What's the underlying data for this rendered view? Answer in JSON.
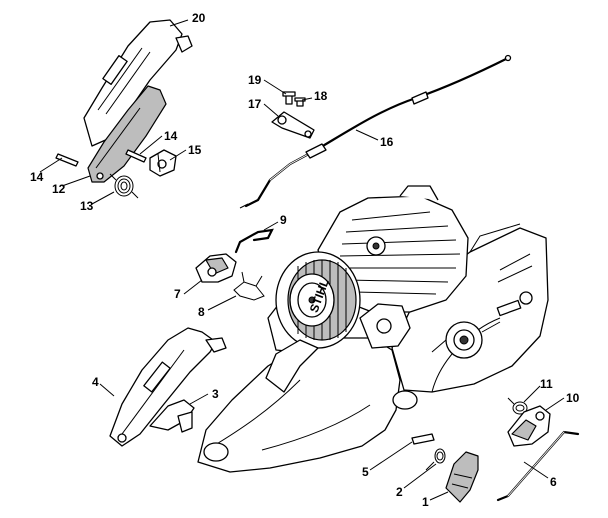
{
  "callouts": [
    {
      "id": "1",
      "label": "1"
    },
    {
      "id": "2",
      "label": "2"
    },
    {
      "id": "3",
      "label": "3"
    },
    {
      "id": "4",
      "label": "4"
    },
    {
      "id": "5",
      "label": "5"
    },
    {
      "id": "6",
      "label": "6"
    },
    {
      "id": "7",
      "label": "7"
    },
    {
      "id": "8",
      "label": "8"
    },
    {
      "id": "9",
      "label": "9"
    },
    {
      "id": "10",
      "label": "10"
    },
    {
      "id": "11",
      "label": "11"
    },
    {
      "id": "12",
      "label": "12"
    },
    {
      "id": "13",
      "label": "13"
    },
    {
      "id": "14a",
      "label": "14"
    },
    {
      "id": "14b",
      "label": "14"
    },
    {
      "id": "15",
      "label": "15"
    },
    {
      "id": "16",
      "label": "16"
    },
    {
      "id": "17",
      "label": "17"
    },
    {
      "id": "18",
      "label": "18"
    },
    {
      "id": "19",
      "label": "19"
    },
    {
      "id": "20",
      "label": "20"
    }
  ],
  "logo_text": "STIHL"
}
